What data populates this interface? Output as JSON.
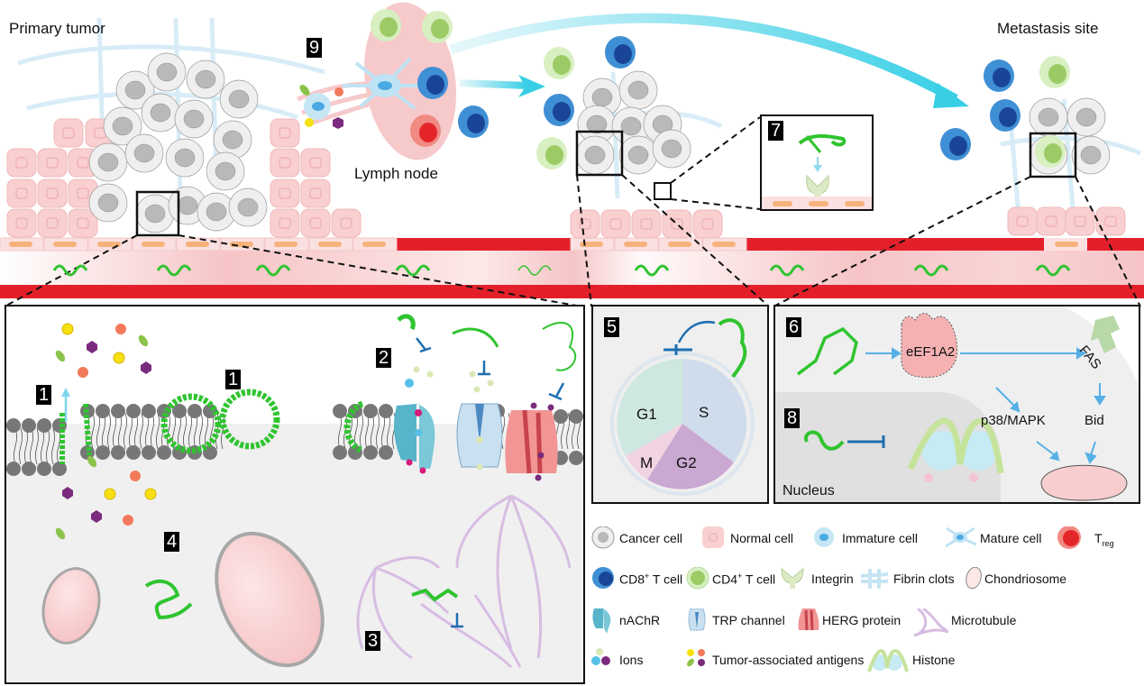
{
  "scene": {
    "primary_tumor_label": "Primary tumor",
    "metastasis_label": "Metastasis site",
    "lymph_node_label": "Lymph node"
  },
  "steps": {
    "s1a": "1",
    "s1b": "1",
    "s2": "2",
    "s3": "3",
    "s4": "4",
    "s5": "5",
    "s6": "6",
    "s7": "7",
    "s8": "8",
    "s9": "9"
  },
  "panel5": {
    "phases": [
      "G1",
      "S",
      "G2",
      "M"
    ]
  },
  "panel6": {
    "eef": "eEF1A2",
    "fas": "FAS",
    "p38": "p38/MAPK",
    "bid": "Bid",
    "nucleus": "Nucleus"
  },
  "legend": {
    "items": [
      {
        "icon": "cancer-cell-icon",
        "label": "Cancer cell"
      },
      {
        "icon": "normal-cell-icon",
        "label": "Normal cell"
      },
      {
        "icon": "immature-cell-icon",
        "label": "Immature cell"
      },
      {
        "icon": "mature-cell-icon",
        "label": "Mature cell"
      },
      {
        "icon": "treg-icon",
        "label": "T",
        "sub": "reg"
      },
      {
        "icon": "cd8-t-cell-icon",
        "label": "CD8",
        "sup": "+",
        "rest": " T cell"
      },
      {
        "icon": "cd4-t-cell-icon",
        "label": "CD4",
        "sup": "+",
        "rest": " T cell"
      },
      {
        "icon": "integrin-icon",
        "label": "Integrin"
      },
      {
        "icon": "fibrin-clots-icon",
        "label": "Fibrin clots"
      },
      {
        "icon": "chondriosome-icon",
        "label": "Chondriosome"
      },
      {
        "icon": "nachr-icon",
        "label": "nAChR"
      },
      {
        "icon": "trp-channel-icon",
        "label": "TRP channel"
      },
      {
        "icon": "herg-protein-icon",
        "label": "HERG protein"
      },
      {
        "icon": "microtubule-icon",
        "label": "Microtubule"
      },
      {
        "icon": "ions-icon",
        "label": "Ions"
      },
      {
        "icon": "tumor-antigens-icon",
        "label": "Tumor-associated antigens"
      },
      {
        "icon": "histone-icon",
        "label": "Histone"
      }
    ]
  },
  "colors": {
    "vessel_red": "#e3202a",
    "vessel_pink": "#f6c9ca",
    "peptide_green": "#2fc42f",
    "cancer_cell": "#efefef",
    "cancer_nucleus": "#b9b9b9",
    "normal_cell": "#f9cfd0",
    "cd8_outer": "#3f8fd4",
    "cd8_inner": "#1a4597",
    "cd4_outer": "#d8efc1",
    "cd4_inner": "#9ccb66",
    "treg_outer": "#f08a83",
    "treg_inner": "#e4262a",
    "arrow_cyan": "#3dd0e6",
    "inhibit_blue": "#1e6fb0",
    "membrane_head": "#777777",
    "panel_bg": "#efefef"
  }
}
